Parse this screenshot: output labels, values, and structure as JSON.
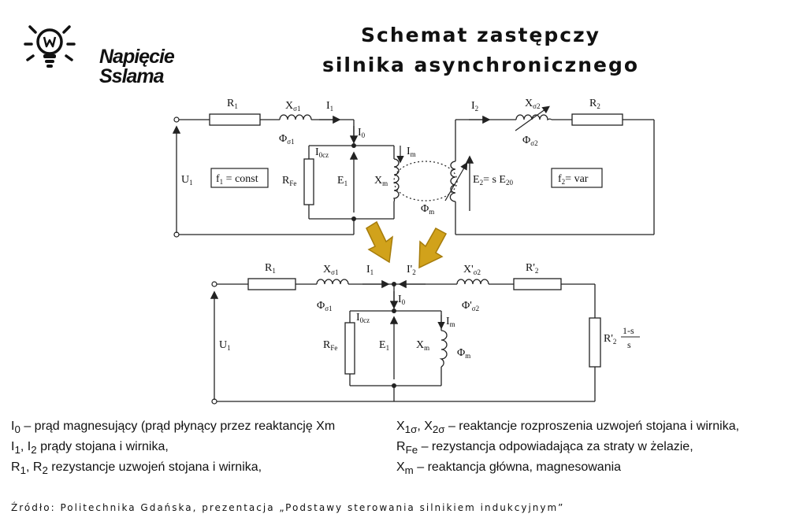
{
  "brand": {
    "line1": "Napięcie",
    "line2": "Sslama"
  },
  "header": {
    "title_line1": "Schemat zastępczy",
    "title_line2": "silnika asynchronicznego"
  },
  "circuit_top": {
    "r1": "R",
    "r1_sub": "1",
    "x1": "X",
    "x1_sub": "σ1",
    "i1": "I",
    "i1_sub": "1",
    "phi1": "Φ",
    "phi1_sub": "σ1",
    "i0": "I",
    "i0_sub": "0",
    "i0cz": "I",
    "i0cz_sub": "0cz",
    "im": "I",
    "im_sub": "m",
    "u1": "U",
    "u1_sub": "1",
    "f1": "f",
    "f1_sub": "1",
    "f1_rest": " = const",
    "rfe": "R",
    "rfe_sub": "Fe",
    "e1": "E",
    "e1_sub": "1",
    "xm": "X",
    "xm_sub": "m",
    "phim": "Φ",
    "phim_sub": "m",
    "i2": "I",
    "i2_sub": "2",
    "x2": "X",
    "x2_sub": "σ2",
    "r2": "R",
    "r2_sub": "2",
    "phi2": "Φ",
    "phi2_sub": "σ2",
    "e2": "E",
    "e2_sub": "2",
    "e2_rest": "= s E",
    "e2_rest_sub": "20",
    "f2": "f",
    "f2_sub": "2",
    "f2_rest": "= var"
  },
  "circuit_bottom": {
    "r1": "R",
    "r1_sub": "1",
    "x1": "X",
    "x1_sub": "σ1",
    "i1": "I",
    "i1_sub": "1",
    "i2p": "I'",
    "i2p_sub": "2",
    "x2p": "X'",
    "x2p_sub": "σ2",
    "r2p": "R'",
    "r2p_sub": "2",
    "phi1": "Φ",
    "phi1_sub": "σ1",
    "i0": "I",
    "i0_sub": "0",
    "phi2p": "Φ'",
    "phi2p_sub": "σ2",
    "i0cz": "I",
    "i0cz_sub": "0cz",
    "im": "I",
    "im_sub": "m",
    "u1": "U",
    "u1_sub": "1",
    "rfe": "R",
    "rfe_sub": "Fe",
    "e1": "E",
    "e1_sub": "1",
    "xm": "X",
    "xm_sub": "m",
    "phim": "Φ",
    "phim_sub": "m",
    "rload": "R'",
    "rload_sub": "2",
    "frac_num": "1-s",
    "frac_den": "s"
  },
  "legend": {
    "l1a": "I",
    "l1sub": "0",
    "l1b": " – prąd magnesujący (prąd płynący przez reaktancję Xm",
    "l2a": "I",
    "l2sub1": "1",
    "l2b": ", I",
    "l2sub2": "2",
    "l2c": " prądy stojana i wirnika,",
    "l3a": "R",
    "l3sub1": "1",
    "l3b": ", R",
    "l3sub2": "2",
    "l3c": " rezystancje uzwojeń stojana i wirnika,",
    "r1a": "X",
    "r1sub1": "1σ",
    "r1b": ", X",
    "r1sub2": "2σ",
    "r1c": " – reaktancje rozproszenia uzwojeń stojana i wirnika,",
    "r2a": "R",
    "r2sub": "Fe",
    "r2b": " – rezystancja odpowiadająca za straty w żelazie,",
    "r3a": "X",
    "r3sub": "m",
    "r3b": " – reaktancja główna, magnesowania"
  },
  "footer": {
    "source": "Źródło: Politechnika Gdańska, prezentacja „Podstawy sterowania silnikiem indukcyjnym”"
  },
  "colors": {
    "arrow_fill": "#d1a21b",
    "arrow_stroke": "#a67c0b",
    "wire": "#222222"
  }
}
